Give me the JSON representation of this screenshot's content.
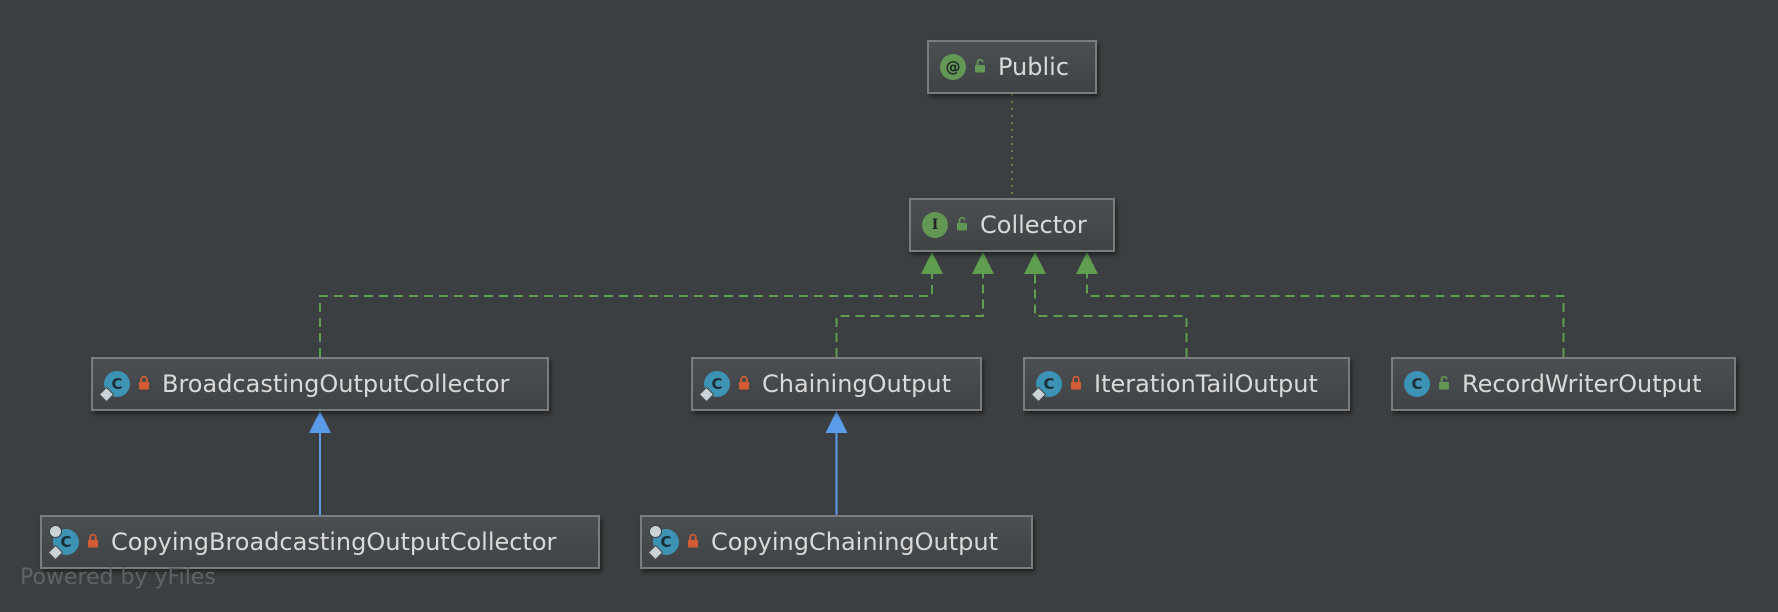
{
  "nodes": [
    {
      "id": "public",
      "label": "Public",
      "kind": "annotation",
      "kind_letter": "@",
      "visibility": "public"
    },
    {
      "id": "collector",
      "label": "Collector",
      "kind": "interface",
      "kind_letter": "I",
      "visibility": "public"
    },
    {
      "id": "broadcasting",
      "label": "BroadcastingOutputCollector",
      "kind": "class",
      "kind_letter": "C",
      "visibility": "private",
      "decoration": "pin"
    },
    {
      "id": "chaining",
      "label": "ChainingOutput",
      "kind": "class",
      "kind_letter": "C",
      "visibility": "private",
      "decoration": "pin"
    },
    {
      "id": "iteration",
      "label": "IterationTailOutput",
      "kind": "class",
      "kind_letter": "C",
      "visibility": "private",
      "decoration": "pin"
    },
    {
      "id": "recordwriter",
      "label": "RecordWriterOutput",
      "kind": "class",
      "kind_letter": "C",
      "visibility": "public"
    },
    {
      "id": "copyingbroadcasting",
      "label": "CopyingBroadcastingOutputCollector",
      "kind": "class",
      "kind_letter": "C",
      "visibility": "private",
      "decoration": "pin-mark"
    },
    {
      "id": "copyingchaining",
      "label": "CopyingChainingOutput",
      "kind": "class",
      "kind_letter": "C",
      "visibility": "private",
      "decoration": "pin-mark"
    }
  ],
  "edges": [
    {
      "from": "collector",
      "to": "public",
      "type": "annotated"
    },
    {
      "from": "broadcasting",
      "to": "collector",
      "type": "implements"
    },
    {
      "from": "chaining",
      "to": "collector",
      "type": "implements"
    },
    {
      "from": "iteration",
      "to": "collector",
      "type": "implements"
    },
    {
      "from": "recordwriter",
      "to": "collector",
      "type": "implements"
    },
    {
      "from": "copyingbroadcasting",
      "to": "broadcasting",
      "type": "extends"
    },
    {
      "from": "copyingchaining",
      "to": "chaining",
      "type": "extends"
    }
  ],
  "colors": {
    "background": "#3c3f41",
    "implements": "#5f9e4f",
    "extends": "#5a9bea",
    "annotated": "#6b7d4a",
    "lock_private": "#d25d34",
    "lock_public": "#629755"
  },
  "credit": "Powered by yFiles"
}
